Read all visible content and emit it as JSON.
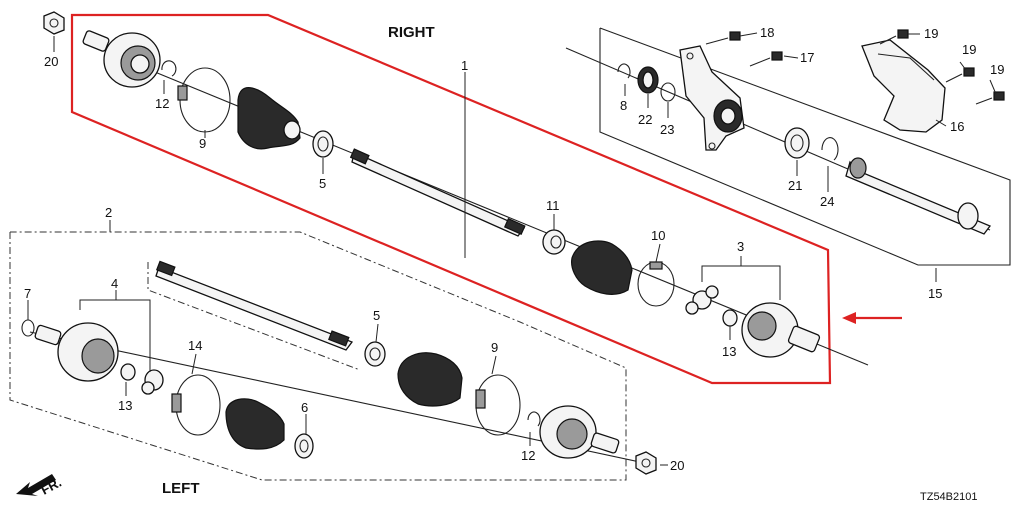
{
  "title_right": "RIGHT",
  "title_left": "LEFT",
  "front_label": "FR.",
  "diagram_code": "TZ54B2101",
  "highlight_color": "#dd2222",
  "callouts": {
    "c1": "1",
    "c2": "2",
    "c3": "3",
    "c4": "4",
    "c5a": "5",
    "c5b": "5",
    "c6": "6",
    "c7": "7",
    "c8": "8",
    "c9a": "9",
    "c9b": "9",
    "c10": "10",
    "c11": "11",
    "c12a": "12",
    "c12b": "12",
    "c13a": "13",
    "c13b": "13",
    "c14": "14",
    "c15": "15",
    "c16": "16",
    "c17": "17",
    "c18": "18",
    "c19a": "19",
    "c19b": "19",
    "c19c": "19",
    "c20a": "20",
    "c20b": "20",
    "c21": "21",
    "c22": "22",
    "c23": "23",
    "c24": "24"
  }
}
